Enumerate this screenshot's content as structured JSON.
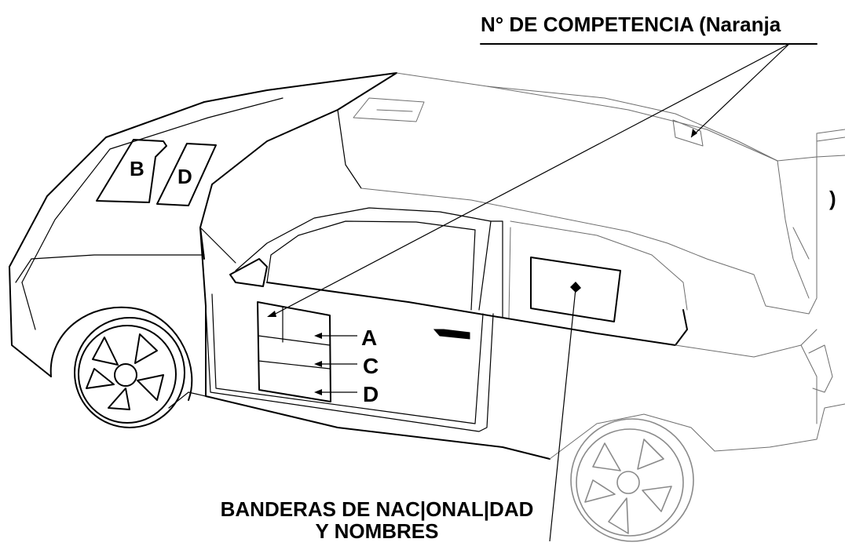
{
  "diagram": {
    "labels": {
      "competition_number": "N° DE COMPETENCIA (Naranja",
      "flags_line1": "BANDERAS DE NAC|ONAL|DAD",
      "flags_line2": "Y NOMBRES",
      "hood_b": "B",
      "hood_d": "D",
      "door_a": "A",
      "door_c": "C",
      "door_d": "D",
      "right_edge": ")"
    },
    "colors": {
      "outline": "#000000",
      "faint_outline": "#6e6e6e",
      "rear_wheel": "#8a8a8a",
      "background": "#ffffff"
    }
  }
}
